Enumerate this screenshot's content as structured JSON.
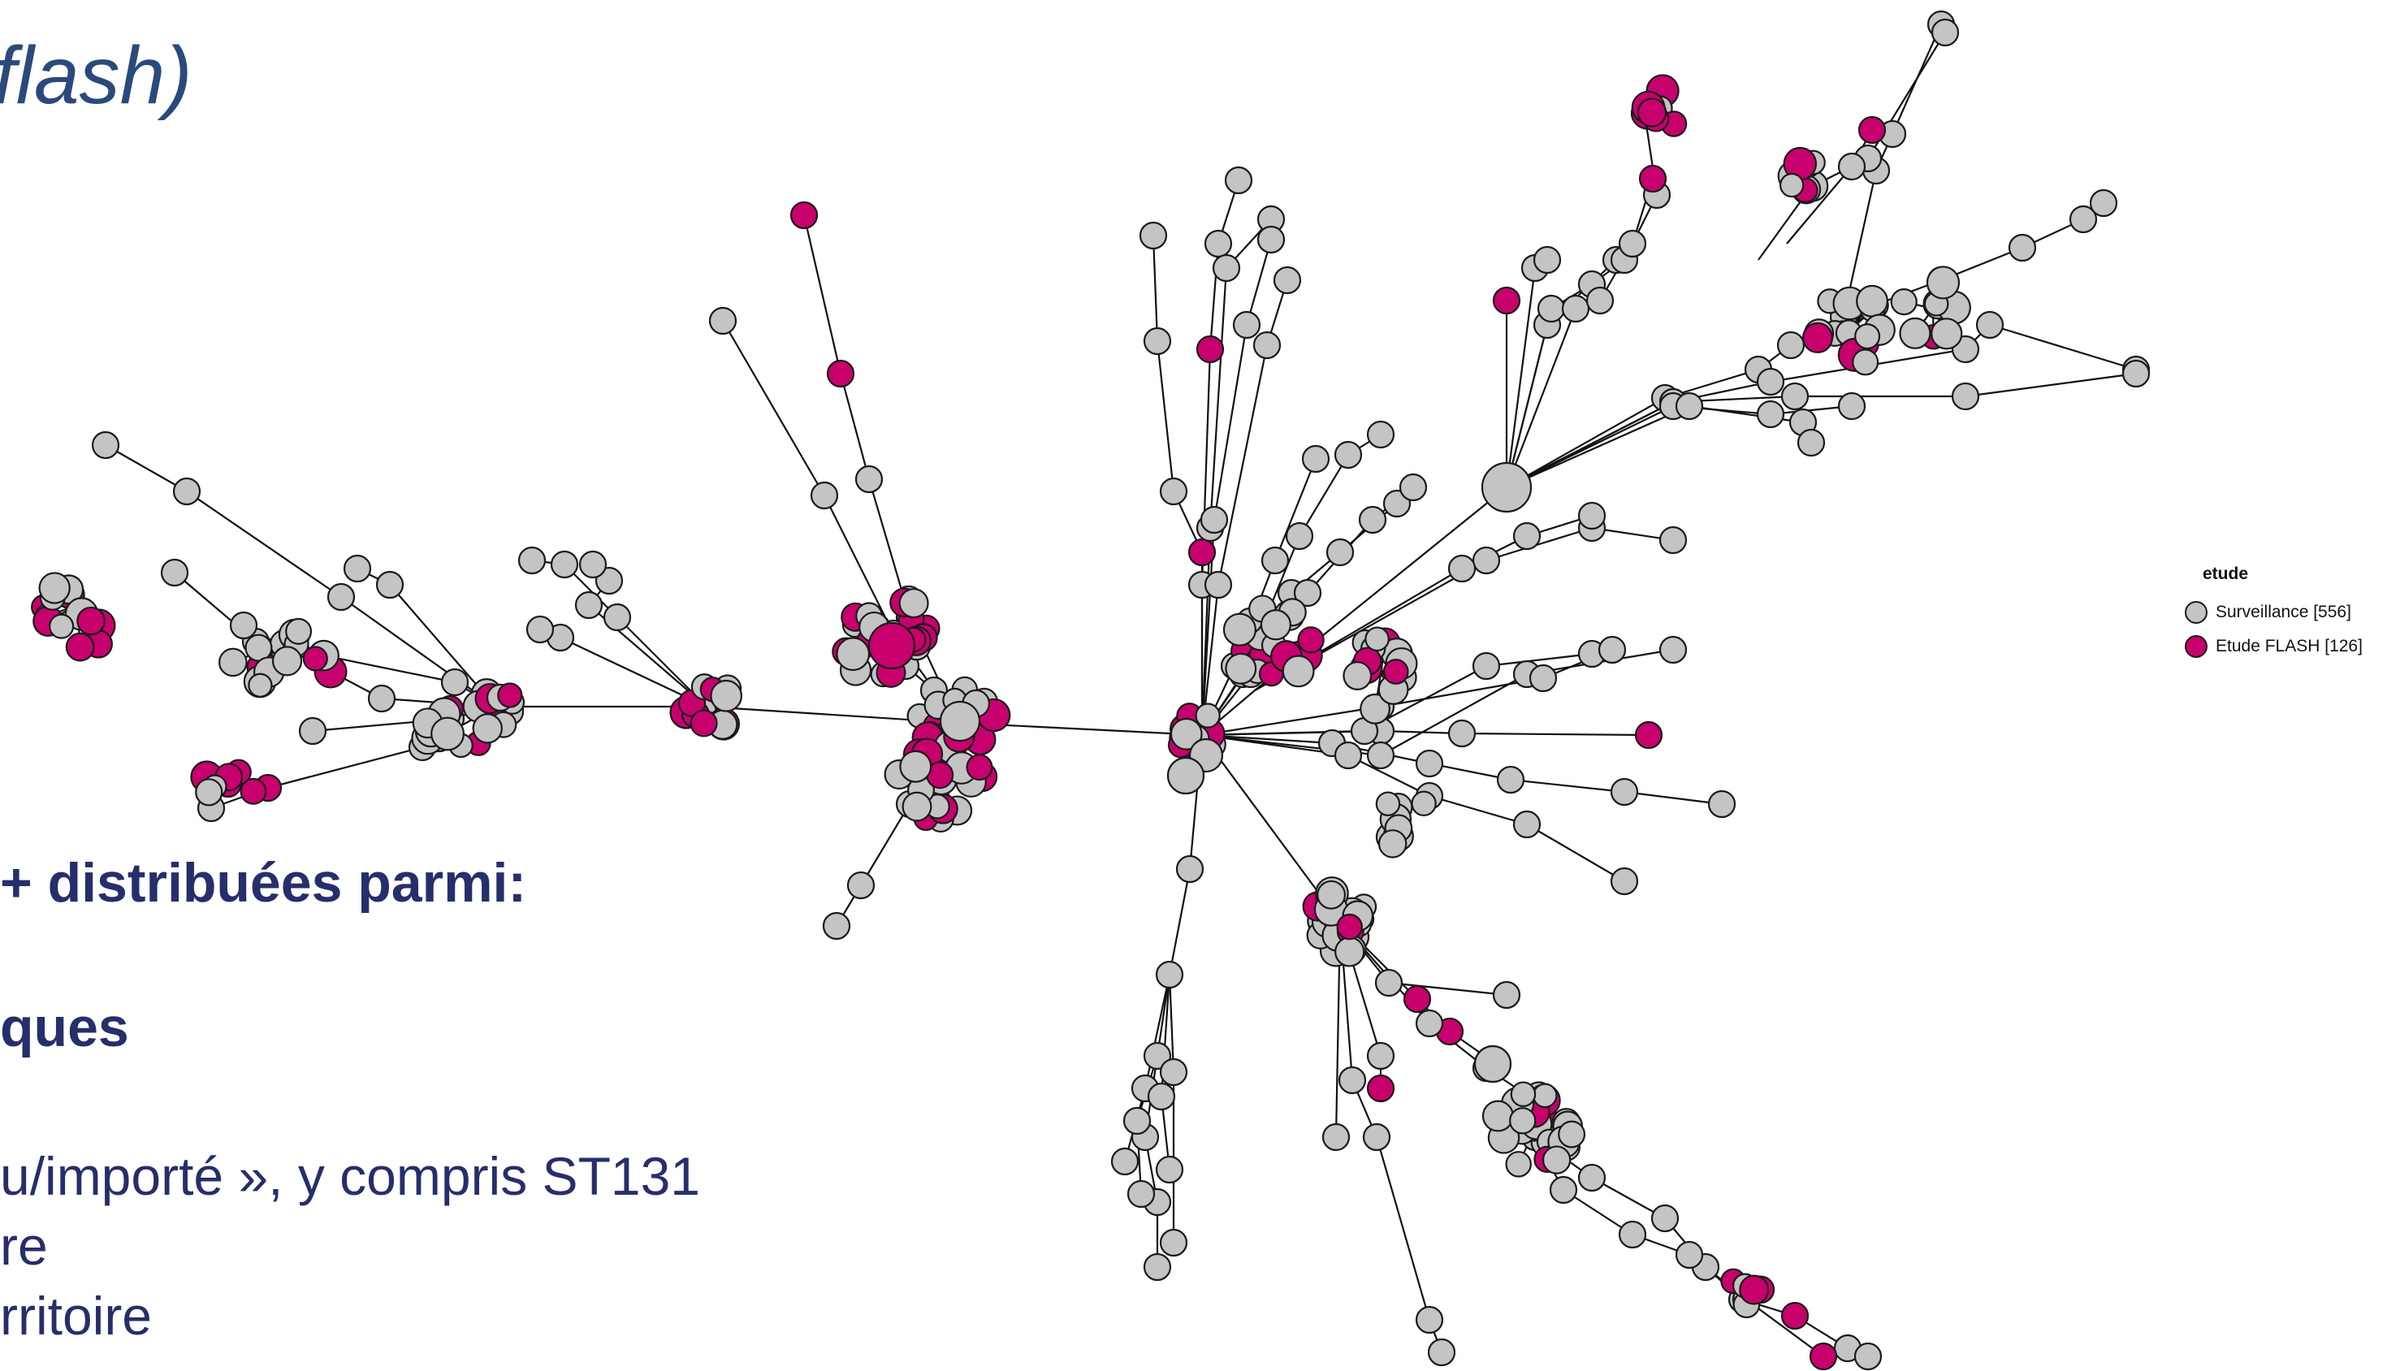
{
  "title_fragment": "flash)",
  "text_lines": [
    "+ distribuées parmi:",
    "ques",
    "u/importé », y compris ST131",
    "re",
    "rritoire"
  ],
  "legend": {
    "title": "etude",
    "items": [
      {
        "label": "Surveillance [556]",
        "color": "#c4c4c4",
        "icon": "grey-circle"
      },
      {
        "label": "Etude FLASH [126]",
        "color": "#c8006e",
        "icon": "magenta-circle"
      }
    ]
  },
  "colors": {
    "surveillance": "#c4c4c4",
    "flash": "#c8006e",
    "edge": "#111111",
    "text": "#262e6b"
  }
}
